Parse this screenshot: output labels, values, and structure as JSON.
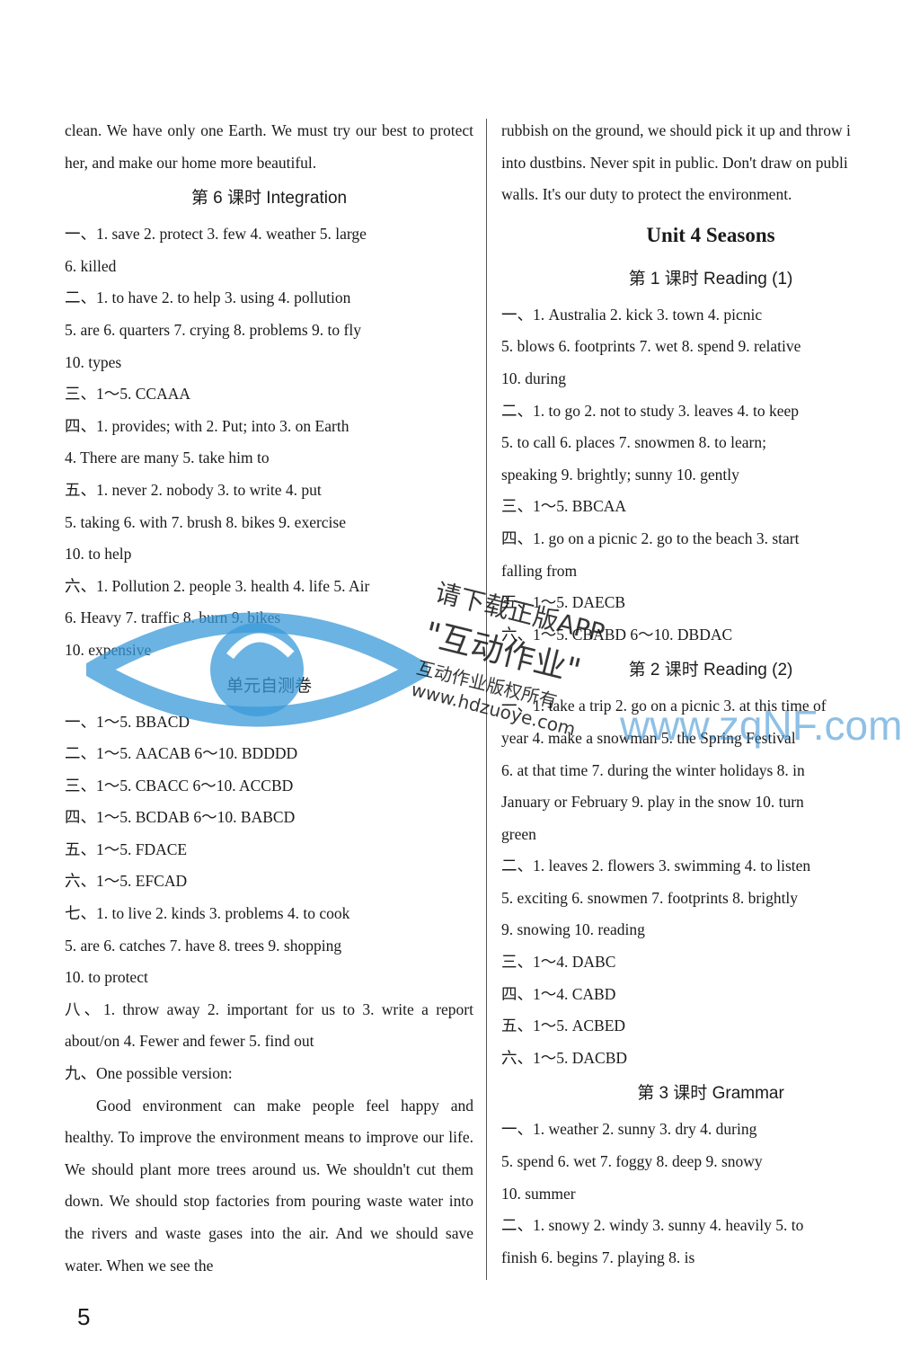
{
  "left_column": {
    "prose_top": [
      "clean. We have only one Earth. We must try our best to protect her, and make our home more beautiful."
    ],
    "lesson6": {
      "heading": "第 6 课时    Integration",
      "lines": [
        "一、1. save   2. protect   3. few   4. weather   5. large",
        "6. killed",
        "二、1. to have   2. to help   3. using   4. pollution",
        "5. are   6. quarters   7. crying   8. problems   9. to fly",
        "10. types",
        "三、1～5. CCAAA",
        "四、1. provides; with   2. Put; into   3. on Earth",
        "4. There are many   5. take him to",
        "五、1. never   2. nobody   3. to write   4. put",
        "5. taking   6. with   7. brush   8. bikes   9. exercise",
        "10. to help",
        "六、1. Pollution   2. people   3. health   4. life   5. Air",
        "6. Heavy   7. traffic   8. burn   9. bikes",
        "10. expensive"
      ]
    },
    "unit_test": {
      "heading": "单元自测卷",
      "lines": [
        "一、1～5. BBACD",
        "二、1～5. AACAB   6～10. BDDDD",
        "三、1～5. CBACC   6～10. ACCBD",
        "四、1～5. BCDAB   6～10. BABCD",
        "五、1～5. FDACE",
        "六、1～5. EFCAD",
        "七、1. to live   2. kinds   3. problems   4. to cook",
        "5. are   6. catches   7. have   8. trees   9. shopping",
        "10. to protect"
      ],
      "item8": "八、1. throw away   2. important for us to   3. write a report about/on   4. Fewer and fewer   5. find out",
      "item9_label": "九、One possible version:",
      "essay": "Good environment can make people feel happy and healthy. To improve the environment means to improve our life. We should plant more trees around us. We shouldn't cut them down. We should stop factories from pouring waste water into the rivers and waste gases into the air. And we should save water. When we see the"
    }
  },
  "right_column": {
    "prose_top": [
      "rubbish on the ground, we should pick it up and throw i",
      "into dustbins. Never spit in public. Don't draw on publi",
      "walls. It's our duty to protect the environment."
    ],
    "unit_title": "Unit 4    Seasons",
    "lesson1": {
      "heading": "第 1 课时    Reading (1)",
      "lines": [
        "一、1. Australia   2. kick   3. town   4. picnic",
        "5. blows   6. footprints   7. wet   8. spend   9. relative",
        "10. during",
        "二、1. to go   2. not to study   3. leaves   4. to keep",
        "5. to call   6. places   7. snowmen   8. to learn;",
        "speaking   9. brightly; sunny   10. gently",
        "三、1～5. BBCAA",
        "四、1. go on a picnic   2. go to the beach   3. start",
        "falling from",
        "五、1～5. DAECB",
        "六、1～5. CBABD   6～10. DBDAC"
      ]
    },
    "lesson2": {
      "heading": "第 2 课时    Reading (2)",
      "lines": [
        "一、1. take a trip   2. go on a picnic   3. at this time of",
        "year   4. make a snowman   5. the Spring Festival",
        "6. at that time   7. during the winter holidays   8. in",
        "January or February   9. play in the snow   10. turn",
        "green",
        "二、1. leaves   2. flowers   3. swimming   4. to listen",
        "5. exciting   6. snowmen   7. footprints   8. brightly",
        "9. snowing   10. reading",
        "三、1～4. DABC",
        "四、1～4. CABD",
        "五、1～5. ACBED",
        "六、1～5. DACBD"
      ]
    },
    "lesson3": {
      "heading": "第 3 课时    Grammar",
      "lines": [
        "一、1. weather   2. sunny   3. dry   4. during",
        "5. spend   6. wet   7. foggy   8. deep   9. snowy",
        "10. summer",
        "二、1. snowy   2. windy   3. sunny   4. heavily   5. to",
        "finish   6. begins   7. playing   8. is"
      ]
    }
  },
  "page_number": "5",
  "watermark": {
    "line1": "请下载正版APP",
    "line2": "\"互动作业\"",
    "line3": "互动作业版权所有",
    "line4": "www.hdzuoye.com",
    "site": "www.zqNF.com",
    "color": "#3a9ad9"
  }
}
